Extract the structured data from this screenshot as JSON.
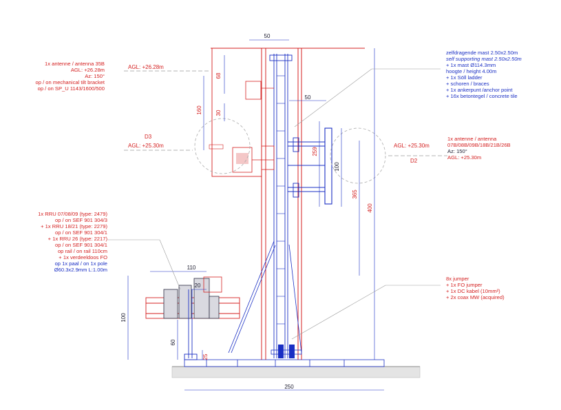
{
  "colors": {
    "structure_red": "#d42020",
    "note_blue": "#1a2fc4",
    "equipment_dark": "#2a2a40",
    "guide_gray": "#9a9a9a",
    "ground_gray": "#cfcfcf"
  },
  "notes": {
    "antenna_35b": [
      "1x antenne / antenna 35B",
      "AGL: +26.28m",
      "Az: 150°",
      "op / on mechanical tilt bracket",
      "op / on SP_U 1143/1600/500"
    ],
    "rru": {
      "line1": "1x RRU 07/08/09 (type: 2479)",
      "line2": "op / on SEF 901 304/3",
      "line3": "+ 1x RRU 18/21 (type: 2279)",
      "line4": "op / on SEF 901 304/1",
      "line5": "+ 1x RRU 26 (type: 2217)",
      "line6": "op / on SEF 901 304/1",
      "line7": "op rail / on rail 110cm",
      "line8": "+ 1x verdeeldoos FO",
      "line9": "op 1x paal / on 1x pole",
      "line10": "Ø60.3x2.9mm L:1.00m"
    },
    "mast": {
      "line1": "zelfdragende mast 2.50x2.50m",
      "line2": "self supporting mast 2.50x2.50m",
      "line3": "+ 1x mast Ø114.3mm",
      "line4": "hoogte / height 4.00m",
      "line5": "+ 1x Söll ladder",
      "line6": "+ schoren / braces",
      "line7": "+ 1x ankerpunt /anchor point",
      "line8": "+ 16x betontegel / concrete tile"
    },
    "antenna_d2": {
      "line1": "1x antenne / antenna",
      "line2": "07B/08B/09B/18B/21B/26B",
      "line3": "Az: 150°",
      "line4": "AGL: +25.30m"
    },
    "jumper": {
      "line1": "8x jumper",
      "line2": "+ 1x FO jumper",
      "line3": "+ 1x DC kabel (10mm²)",
      "line4": "+ 2x coax MW (acquired)"
    }
  },
  "labels": {
    "agl_top": "AGL: +26.28m",
    "agl_left": "AGL: +25.30m",
    "agl_right": "AGL: +25.30m",
    "tag_d3": "D3",
    "tag_d2": "D2"
  },
  "dimensions": {
    "d50_top": "50",
    "d50_arm": "50",
    "d68": "68",
    "d160": "160",
    "d30": "30",
    "d259": "259",
    "d100_antenna": "100",
    "d365": "365",
    "d400": "400",
    "d110": "110",
    "d20": "20",
    "d100_rru": "100",
    "d60": "60",
    "d25": "25",
    "d250": "250"
  }
}
